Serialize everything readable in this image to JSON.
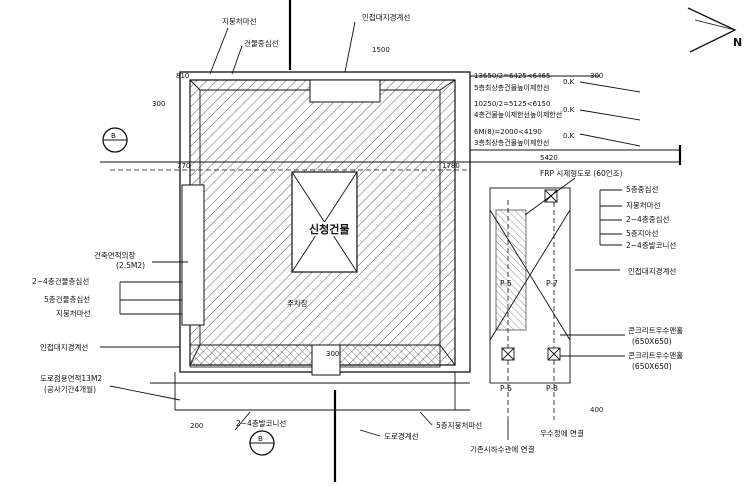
{
  "drawing": {
    "north_symbol": "N",
    "center_label": "신청건물",
    "small_label": "주차장",
    "left_labels": [
      "2~4층건물층심선",
      "5층건물층심선",
      "지붕처마선",
      "인접대지경계선"
    ],
    "left_upper_label_1": "건축면적의장",
    "left_upper_label_2": "(2.5M2)",
    "left_bottom_label_1": "도로점용면적13M2",
    "left_bottom_label_2": "(공사기간4개월)",
    "top_labels": {
      "roof_eave": "지붕처마선",
      "building_center": "건물중심선",
      "adjacent_boundary": "인접대지경계선"
    },
    "right_dims": [
      {
        "value": "13650/2=6425<6465",
        "note": "5층최상층건물높이제한선"
      },
      {
        "value": "10250/2=5125<6150",
        "note": "4층건물높이제한선높이제한선"
      },
      {
        "value": "6M(8)=2000<4190",
        "note": "3층최상층건물높이제한선"
      }
    ],
    "frp_label": "FRP 시제형도로 (60인조)",
    "right_labels": [
      "5층중심선",
      "지붕처마선",
      "2~4층중심선",
      "5층지아선",
      "2~4층발코니선"
    ],
    "right_adjacent": "인접대지경계선",
    "pipe_labels": [
      "P-5",
      "P-7",
      "P-6",
      "P-8"
    ],
    "concrete_labels": [
      {
        "name": "콘크리트우수맨홀",
        "size": "(650X650)"
      },
      {
        "name": "콘크리트우수맨홀",
        "size": "(650X650)"
      }
    ],
    "bottom_labels": {
      "balcony": "2~4층발코니선",
      "road_boundary": "도로경계선",
      "roof_eave_5": "5층지붕처마선",
      "sewer_connect": "우수정에 연결",
      "existing_connect": "기존시하수관에 연결"
    },
    "dim_values": {
      "top": "1500",
      "left": "300",
      "right_top": "300",
      "inner_left": "770",
      "inner_right": "1780",
      "overall_right": "5420",
      "bottom_mid": "300",
      "bottom_left": "200",
      "bottom_right": "400",
      "left_small": "810",
      "k_mark": "0.K"
    },
    "section_marks": [
      "B",
      "B"
    ]
  }
}
